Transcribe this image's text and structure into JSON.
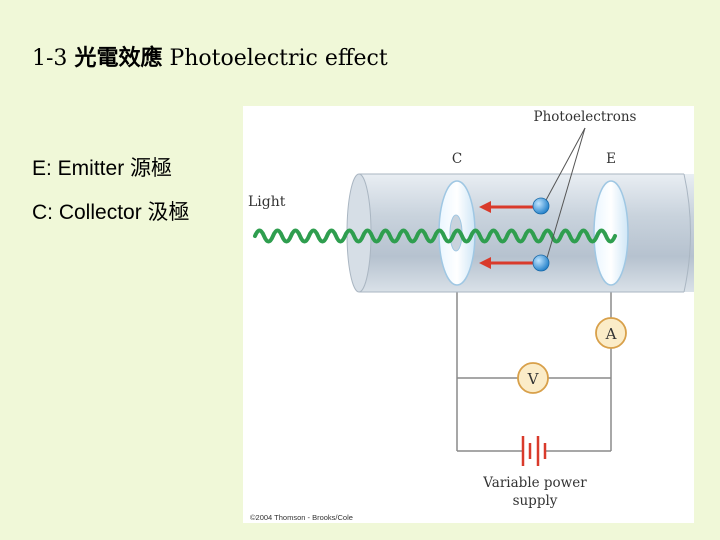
{
  "slide": {
    "title_number": "1-3",
    "title_cjk": "光電效應",
    "title_en": "Photoelectric effect",
    "definitions": [
      {
        "text": "E: Emitter 源極"
      },
      {
        "text": "C: Collector 汲極"
      }
    ]
  },
  "figure": {
    "labels": {
      "photoelectrons": "Photoelectrons",
      "collector": "C",
      "emitter": "E",
      "light": "Light",
      "ammeter": "A",
      "voltmeter": "V",
      "power_line1": "Variable power",
      "power_line2": "supply",
      "copyright": "©2004 Thomson - Brooks/Cole"
    },
    "colors": {
      "wave": "#2f9e4f",
      "electron": "#3a9ee0",
      "arrow": "#d93a2b",
      "tube": "#c8d2dc",
      "meter_fill": "#fbecc8",
      "meter_stroke": "#d8a04a",
      "wire": "#8a8a8a"
    },
    "icons": [
      "electron-dot",
      "left-arrow",
      "ammeter-circle",
      "voltmeter-circle",
      "battery-symbol"
    ]
  }
}
